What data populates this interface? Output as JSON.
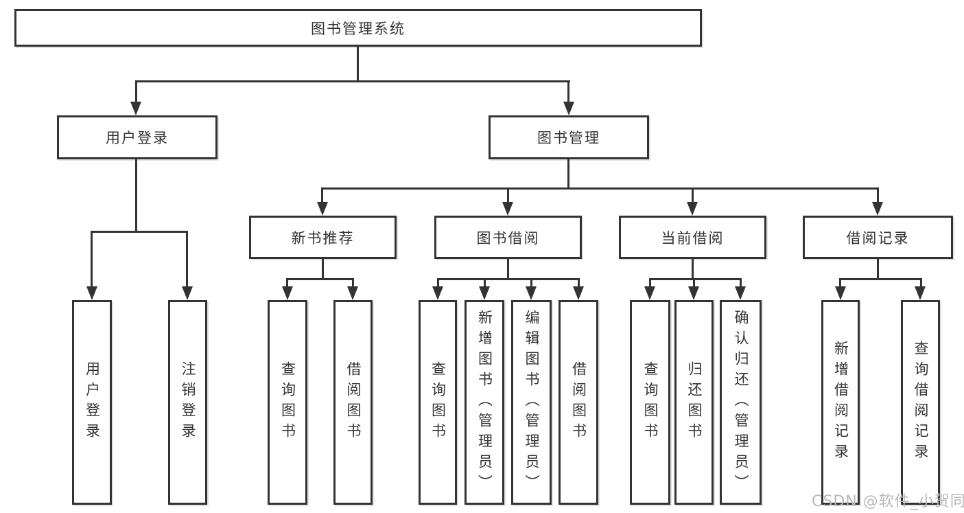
{
  "tree": {
    "root": {
      "label": "图书管理系统"
    },
    "branches": [
      {
        "label": "用户登录",
        "children": [
          "用户登录",
          "注销登录"
        ]
      },
      {
        "label": "图书管理",
        "sections": [
          {
            "label": "新书推荐",
            "children": [
              "查询图书",
              "借阅图书"
            ]
          },
          {
            "label": "图书借阅",
            "children": [
              "查询图书",
              "新增图书（管理员）",
              "编辑图书（管理员）",
              "借阅图书"
            ]
          },
          {
            "label": "当前借阅",
            "children": [
              "查询图书",
              "归还图书",
              "确认归还（管理员）"
            ]
          },
          {
            "label": "借阅记录",
            "children": [
              "新增借阅记录",
              "查询借阅记录"
            ]
          }
        ]
      }
    ]
  },
  "watermark": "CSDN @软件_小贺同学",
  "colors": {
    "line": "#333333",
    "box_border": "#333333",
    "text": "#333333",
    "watermark": "#b8b8b8",
    "background": "#ffffff"
  }
}
